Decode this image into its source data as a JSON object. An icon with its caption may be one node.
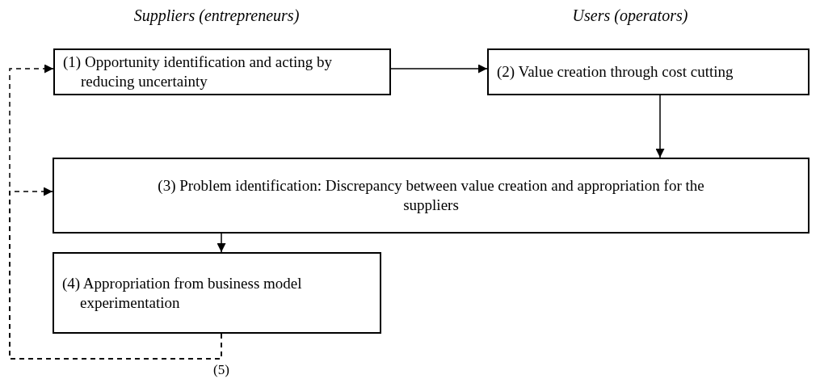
{
  "diagram": {
    "nodes": [
      {
        "text": [
          "(1) Opportunity identification and acting by reducing uncertainty"
        ]
      },
      {
        "text": [
          "(2) Value creation through cost cutting"
        ]
      },
      {
        "text": [
          "(3) Problem identification: Discrepancy between value creation and appropriation for the suppliers"
        ]
      },
      {
        "text": [
          "(4) Appropriation from business model experimentation"
        ]
      }
    ],
    "edges": [
      {
        "from": 0,
        "to": 1,
        "arrow": "to"
      },
      {
        "from": 1,
        "to": 2,
        "arrow": "to"
      },
      {
        "from": 2,
        "to": 3,
        "arrow": "to"
      },
      {
        "from": 3,
        "to": 0,
        "arrow": "to",
        "style": "dashed",
        "label": "(5)"
      },
      {
        "from": 3,
        "to": 2,
        "arrow": "to",
        "style": "dashed"
      }
    ],
    "labels": [
      "Suppliers (entrepreneurs)",
      "Users (operators)"
    ]
  }
}
